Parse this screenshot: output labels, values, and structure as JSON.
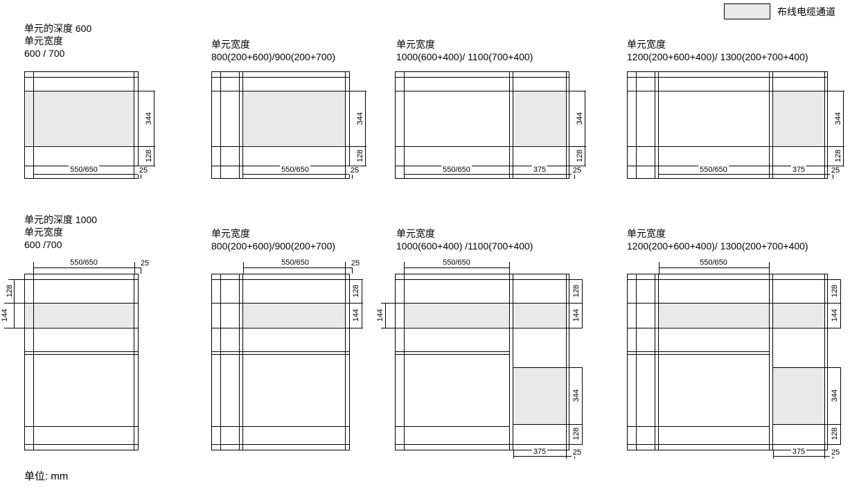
{
  "legend": {
    "label": "布线电缆通道",
    "swatch_color": "#e9e9e9"
  },
  "unit_note": "单位: mm",
  "labels": {
    "width_label": "单元宽度",
    "row1_depth": "单元的深度 600",
    "row2_depth": "单元的深度 1000",
    "row1_w1": "600 / 700",
    "row1_w2": "800(200+600)/900(200+700)",
    "row1_w3": "1000(600+400)/ 1100(700+400)",
    "row1_w4": "1200(200+600+400)/ 1300(200+700+400)",
    "row2_w1": "600 /700",
    "row2_w2": "800(200+600)/900(200+700)",
    "row2_w3": "1000(600+400) /1100(700+400)",
    "row2_w4": "1200(200+600+400)/ 1300(200+700+400)"
  },
  "dims": {
    "d344": "344",
    "d128": "128",
    "d144": "144",
    "d25": "25",
    "d375": "375",
    "d550": "550/650"
  }
}
